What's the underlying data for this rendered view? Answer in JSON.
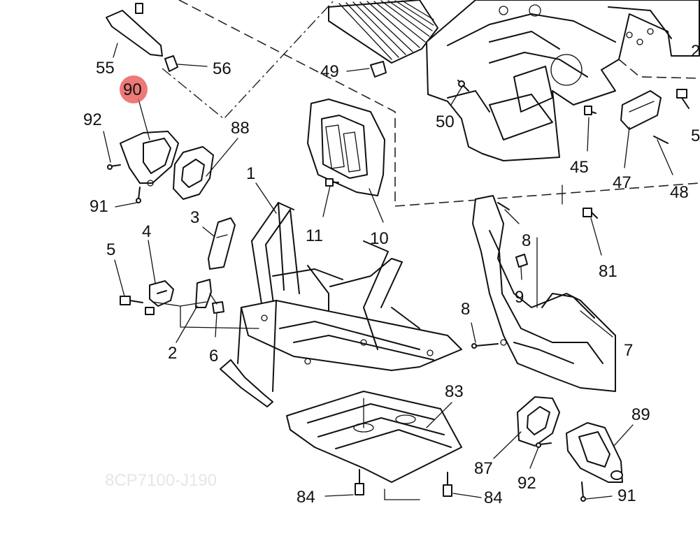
{
  "diagram": {
    "highlight_color": "#e95757",
    "highlighted_part": "90",
    "watermark": "8CP7100-J190",
    "callouts": [
      {
        "id": "c55",
        "text": "55"
      },
      {
        "id": "c56",
        "text": "56"
      },
      {
        "id": "c90",
        "text": "90"
      },
      {
        "id": "c92a",
        "text": "92"
      },
      {
        "id": "c88",
        "text": "88"
      },
      {
        "id": "c91a",
        "text": "91"
      },
      {
        "id": "c1",
        "text": "1"
      },
      {
        "id": "c3",
        "text": "3"
      },
      {
        "id": "c4",
        "text": "4"
      },
      {
        "id": "c5a",
        "text": "5"
      },
      {
        "id": "c2",
        "text": "2"
      },
      {
        "id": "c6",
        "text": "6"
      },
      {
        "id": "c11",
        "text": "11"
      },
      {
        "id": "c10",
        "text": "10"
      },
      {
        "id": "c49",
        "text": "49"
      },
      {
        "id": "c50",
        "text": "50"
      },
      {
        "id": "c45",
        "text": "45"
      },
      {
        "id": "c47",
        "text": "47"
      },
      {
        "id": "c48",
        "text": "48"
      },
      {
        "id": "c2b",
        "text": "2"
      },
      {
        "id": "c5b",
        "text": "5"
      },
      {
        "id": "c8a",
        "text": "8"
      },
      {
        "id": "c81",
        "text": "81"
      },
      {
        "id": "c9",
        "text": "9"
      },
      {
        "id": "c8b",
        "text": "8"
      },
      {
        "id": "c7",
        "text": "7"
      },
      {
        "id": "c83",
        "text": "83"
      },
      {
        "id": "c89",
        "text": "89"
      },
      {
        "id": "c87",
        "text": "87"
      },
      {
        "id": "c92b",
        "text": "92"
      },
      {
        "id": "c91b",
        "text": "91"
      },
      {
        "id": "c84a",
        "text": "84"
      },
      {
        "id": "c84b",
        "text": "84"
      }
    ]
  }
}
